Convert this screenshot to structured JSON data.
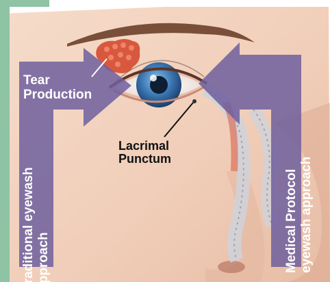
{
  "labels": {
    "tear_production": "Tear\nProduction",
    "lacrimal_punctum": "Lacrimal\nPunctum",
    "traditional": "Traditional eyewash\napproach",
    "medical": "Medical Protocol\neyewash approach"
  },
  "colors": {
    "arrow_fill": "#6e5f9e",
    "skin": "#f2d2c0",
    "iris": "#3c78b4",
    "gland": "#d8583f",
    "green_border": "#8ec3a3"
  }
}
